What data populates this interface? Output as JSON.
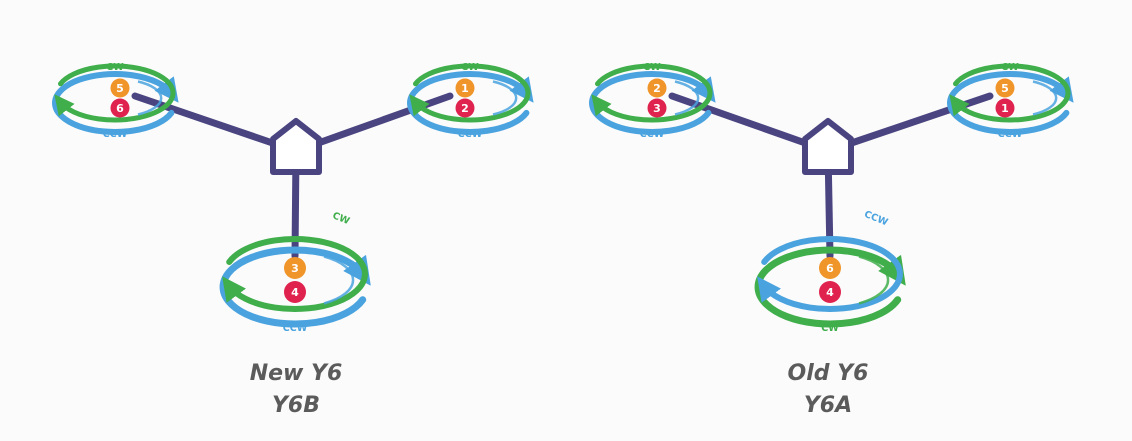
{
  "colors": {
    "frame": "#4a4580",
    "cw_ring": "#3fae4b",
    "ccw_ring": "#4aa3df",
    "top_motor": "#f0952a",
    "bottom_motor": "#e0234e",
    "caption": "#5b5b5b"
  },
  "configs": [
    {
      "caption_line1": "New Y6",
      "caption_line2": "Y6B",
      "arms": [
        {
          "position": "left",
          "top_motor": "5",
          "bottom_motor": "6",
          "top_ring": "CW",
          "bottom_ring": "CCW"
        },
        {
          "position": "right",
          "top_motor": "1",
          "bottom_motor": "2",
          "top_ring": "CW",
          "bottom_ring": "CCW"
        },
        {
          "position": "bottom",
          "top_motor": "3",
          "bottom_motor": "4",
          "top_ring": "CW",
          "bottom_ring": "CCW"
        }
      ]
    },
    {
      "caption_line1": "Old Y6",
      "caption_line2": "Y6A",
      "arms": [
        {
          "position": "left",
          "top_motor": "2",
          "bottom_motor": "3",
          "top_ring": "CW",
          "bottom_ring": "CCW"
        },
        {
          "position": "right",
          "top_motor": "5",
          "bottom_motor": "1",
          "top_ring": "CW",
          "bottom_ring": "CCW"
        },
        {
          "position": "bottom",
          "top_motor": "6",
          "bottom_motor": "4",
          "top_ring": "CCW",
          "bottom_ring": "CW"
        }
      ]
    }
  ]
}
